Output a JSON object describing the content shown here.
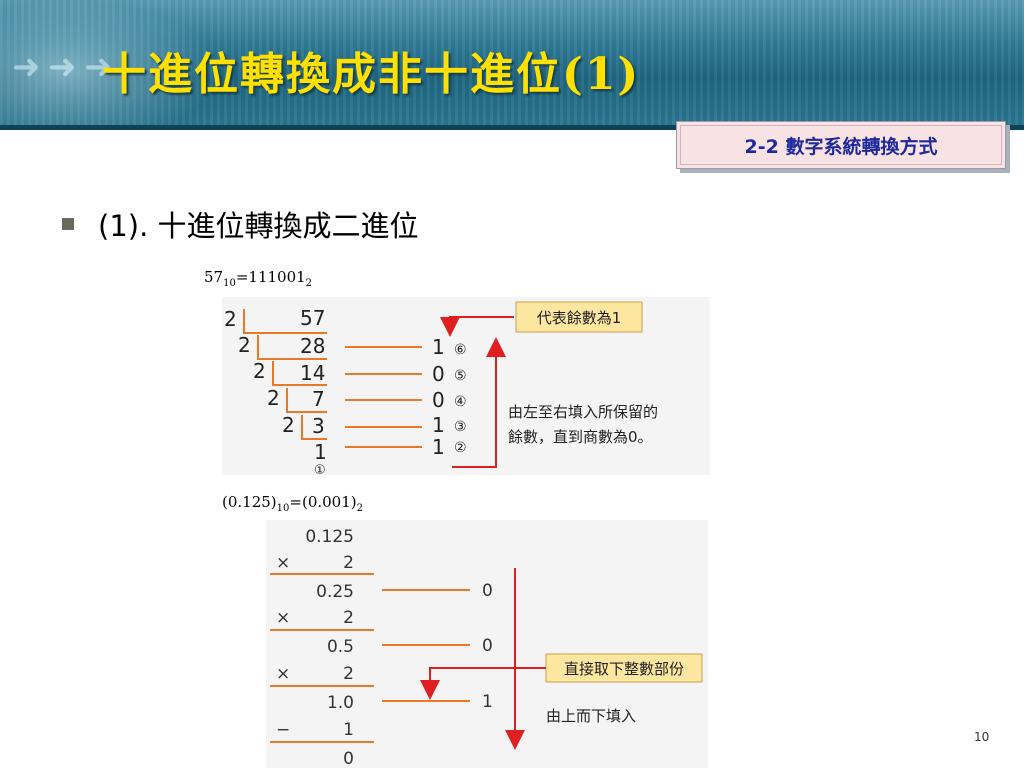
{
  "title": "十進位轉換成非十進位(1)",
  "section_badge": "2-2 數字系統轉換方式",
  "bullet": "(1). 十進位轉換成二進位",
  "equation1": {
    "lhs": "57",
    "lhs_base": "10",
    "rhs": "111001",
    "rhs_base": "2"
  },
  "equation2": {
    "lhs": "(0.125)",
    "lhs_base": "10",
    "rhs": "(0.001)",
    "rhs_base": "2"
  },
  "diagram1": {
    "divisors": [
      "2",
      "2",
      "2",
      "2",
      "2"
    ],
    "quotients": [
      "57",
      "28",
      "14",
      "7",
      "3",
      "1"
    ],
    "remainders": [
      "1",
      "0",
      "0",
      "1",
      "1"
    ],
    "circled": [
      "⑥",
      "⑤",
      "④",
      "③",
      "②",
      "①"
    ],
    "callout": "代表餘數為1",
    "note_line1": "由左至右填入所保留的",
    "note_line2": "餘數，直到商數為0。"
  },
  "diagram2": {
    "values": [
      "0.125",
      "0.25",
      "0.5",
      "1.0",
      "0"
    ],
    "multipliers": [
      {
        "op": "×",
        "num": "2"
      },
      {
        "op": "×",
        "num": "2"
      },
      {
        "op": "×",
        "num": "2"
      },
      {
        "op": "−",
        "num": "1"
      }
    ],
    "digits": [
      "0",
      "0",
      "1"
    ],
    "callout": "直接取下整數部份",
    "note": "由上而下填入"
  },
  "page_number": "10",
  "colors": {
    "title": "#ffe000",
    "badge_text": "#1e2a9c",
    "badge_bg": "#f8e2e4",
    "orange": "#e8782a",
    "red": "#e02020",
    "callout_bg": "#fde6a0"
  }
}
